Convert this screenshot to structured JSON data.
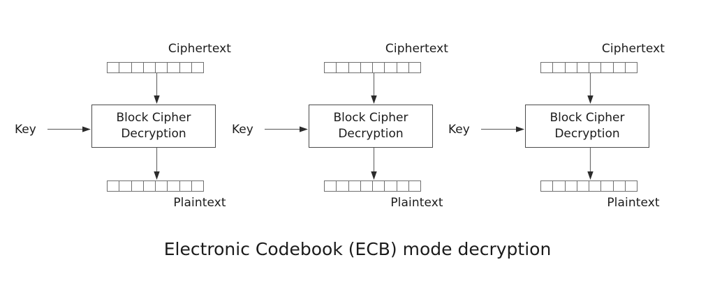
{
  "caption": "Electronic Codebook (ECB) mode decryption",
  "background_color": "#ffffff",
  "text_color": "#1b1b1b",
  "line_color": "#6e6e6e",
  "box_border_color": "#4a4a4a",
  "block_cell_count": 8,
  "panels": [
    {
      "ciphertext_label": "Ciphertext",
      "key_label": "Key",
      "box_line1": "Block Cipher",
      "box_line2": "Decryption",
      "plaintext_label": "Plaintext"
    },
    {
      "ciphertext_label": "Ciphertext",
      "key_label": "Key",
      "box_line1": "Block Cipher",
      "box_line2": "Decryption",
      "plaintext_label": "Plaintext"
    },
    {
      "ciphertext_label": "Ciphertext",
      "key_label": "Key",
      "box_line1": "Block Cipher",
      "box_line2": "Decryption",
      "plaintext_label": "Plaintext"
    }
  ]
}
